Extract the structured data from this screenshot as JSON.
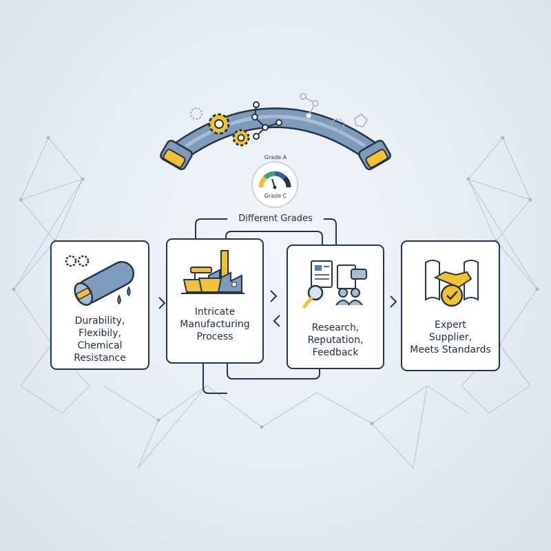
{
  "grade_indicator": {
    "top_label": "Grade A",
    "bottom_label": "Grade C"
  },
  "loop_label": "Different Grades",
  "cards": [
    {
      "lines": [
        "Durability,",
        "Flexibily,",
        "Chemical",
        "Resistance"
      ]
    },
    {
      "lines": [
        "Intricate",
        "Manufacturing",
        "Process"
      ]
    },
    {
      "lines": [
        "Research,",
        "Reputation,",
        "Feedback"
      ]
    },
    {
      "lines": [
        "Expert",
        "Supplier,",
        "Meets Standards"
      ]
    }
  ],
  "colors": {
    "outline": "#243347",
    "steel_blue": "#7f9bbb",
    "accent_yellow": "#f2c230",
    "accent_green": "#3aa27a",
    "accent_blue": "#2f5fa0",
    "network_line": "#b8c3cf"
  }
}
